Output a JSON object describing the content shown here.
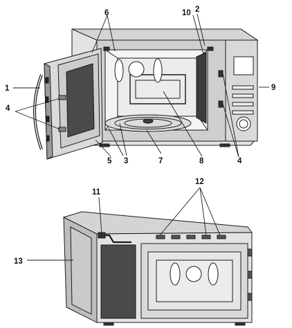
{
  "figure": {
    "views": [
      {
        "name": "front-view",
        "callouts": [
          "1",
          "2",
          "3",
          "4",
          "5",
          "6",
          "7",
          "8",
          "9",
          "10"
        ]
      },
      {
        "name": "rear-view",
        "callouts": [
          "11",
          "12",
          "13"
        ]
      }
    ],
    "colors": {
      "line": "#1a1a1a",
      "body": "#e6e6e6",
      "body_dark": "#bdbdbd",
      "cavity": "#f2f2f2",
      "window": "#4a4a4a",
      "label": "#111111"
    }
  }
}
